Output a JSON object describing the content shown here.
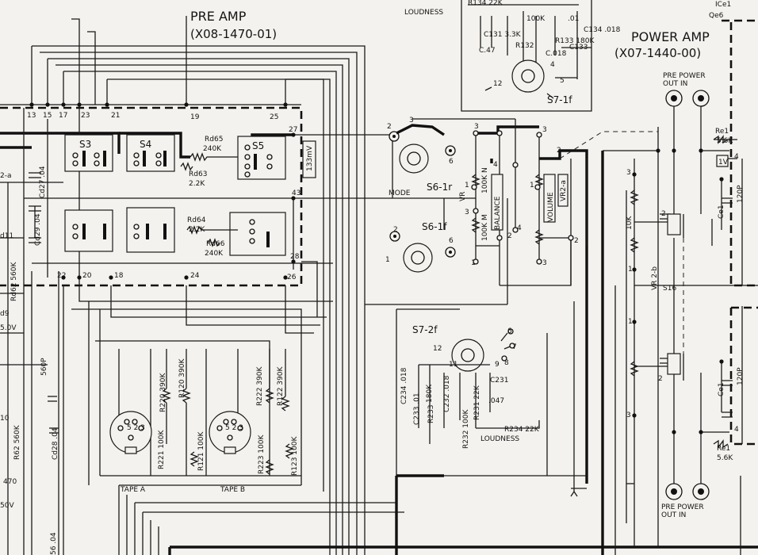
{
  "preamp": {
    "title": "PRE AMP",
    "part_number": "(X08-1470-01)",
    "terminals": [
      "13",
      "15",
      "17",
      "23",
      "21",
      "19",
      "25",
      "27",
      "43",
      "28",
      "26",
      "22",
      "20",
      "18",
      "24"
    ],
    "switches": [
      "S3",
      "S4",
      "S5"
    ],
    "rd65": "Rd65",
    "rd65_val": "240K",
    "rd63": "Rd63",
    "rd63_val": "2.2K",
    "rd64": "Rd64",
    "rd64_val": "2.2K",
    "rd66": "Rd66",
    "rd66_val": "240K",
    "level": "133mV"
  },
  "tape": {
    "a_label": "TAPE A",
    "b_label": "TAPE B",
    "pins": "5 2 3",
    "r220": "R220 390K",
    "r120": "R120 390K",
    "r222": "R222 390K",
    "r122": "R122 390K",
    "r221": "R221 100K",
    "r121": "R121 100K",
    "r223": "R223 100K",
    "r123": "R123 100K"
  },
  "selector": {
    "mode": "MODE",
    "s6r": "S6-1r",
    "s6f": "S6-1f",
    "pin1": "1",
    "pin2": "2",
    "pin3": "3",
    "pin6": "6"
  },
  "balance": {
    "label": "BALANCE",
    "vr": "VR",
    "r1": "100K N",
    "r2": "100K M",
    "pin1": "1",
    "pin2": "2",
    "pin3": "3",
    "pin4": "4"
  },
  "volume": {
    "label": "VOLUME",
    "vr": "VR2-a",
    "pin1": "1",
    "pin2": "2",
    "pin3": "3",
    "pin4": "4"
  },
  "loudness_top": {
    "label": "LOUDNESS",
    "r134": "R134 22K",
    "r131": "C131 3.3K",
    "c47": "C.47",
    "r132": "R132",
    "r100k": "100K",
    "c018": "C.018",
    "r133": "R133 180K",
    "c01": ".01",
    "c133": "C133",
    "c134": "C134 .018",
    "switch": "S7-1f",
    "pin12": "12",
    "pin5": "5",
    "pin4": "4"
  },
  "loudness_bottom": {
    "label": "LOUDNESS",
    "switch": "S7-2f",
    "pin12": "12",
    "pin11": "11",
    "pin9": "9",
    "pin6": "6",
    "pin7": "7",
    "pin8": "8",
    "c231": "C231",
    "c047": ".047",
    "r234": "R234  22K",
    "c234": "C234 .018",
    "c233": "C233 .01",
    "r180k": "180K",
    "r233": "R233",
    "c232": "C232 .018",
    "r232": "R232 100K",
    "r231": "R231 22K"
  },
  "poweramp": {
    "title": "POWER AMP",
    "part_number": "(X07-1440-00)",
    "jacks_top": "PRE POWER",
    "jacks_top_sub": "OUT   IN",
    "jacks_bottom": "PRE POWER",
    "jacks_bottom_sub": "OUT   IN",
    "re1": "Re1",
    "re1_val": "5.6K",
    "marker": "1V",
    "pin4": "4",
    "ce1": "Ce1",
    "c120p": "120P",
    "ice1": "ICe1",
    "qe6": "Qe6"
  },
  "vr_pa": {
    "value": "10K",
    "vr": "VR 2-b",
    "switch": "S16",
    "pin1": "1",
    "pin2": "2",
    "pin3": "3"
  },
  "left_edge": {
    "l2a": "2-a",
    "d11": "d11",
    "d9": "d9",
    "v5": "5.0V",
    "n10": "10",
    "r470": "470",
    "v50": "50V",
    "cd27": "Cd27 .04",
    "cd29": "Cd29 .04",
    "c560p": "560P",
    "rd62": "Rd62 560K",
    "r62": "R62 560K",
    "cd28": "Cd28 .04",
    "c56": "56 .04"
  }
}
